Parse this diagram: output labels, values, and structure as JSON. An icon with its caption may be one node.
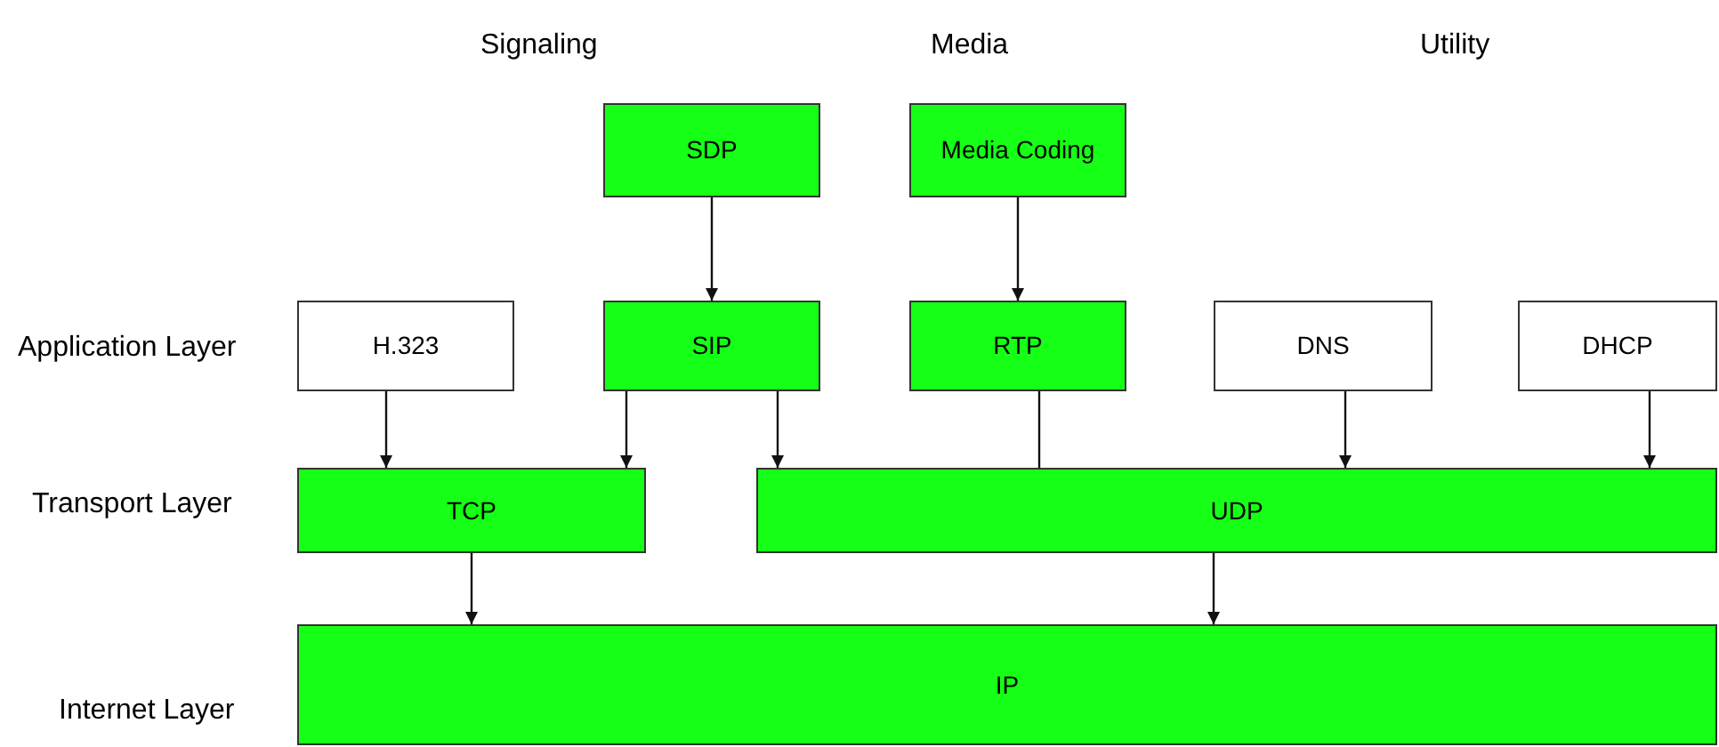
{
  "diagram": {
    "nodes": [
      {
        "text": [
          "SDP"
        ]
      },
      {
        "text": [
          "Media Coding"
        ]
      },
      {
        "text": [
          "H.323"
        ]
      },
      {
        "text": [
          "SIP"
        ]
      },
      {
        "text": [
          "RTP"
        ]
      },
      {
        "text": [
          "DNS"
        ]
      },
      {
        "text": [
          "DHCP"
        ]
      },
      {
        "text": [
          "TCP"
        ]
      },
      {
        "text": [
          "UDP"
        ]
      },
      {
        "text": [
          "IP"
        ]
      }
    ],
    "edges": [
      {
        "from": 0,
        "to": 3,
        "arrow": "to"
      },
      {
        "from": 1,
        "to": 4,
        "arrow": "to"
      },
      {
        "from": 2,
        "to": 7,
        "arrow": "to"
      },
      {
        "from": 3,
        "to": 7,
        "arrow": "to"
      },
      {
        "from": 3,
        "to": 8,
        "arrow": "to"
      },
      {
        "from": 4,
        "to": 8,
        "arrow": "none"
      },
      {
        "from": 5,
        "to": 8,
        "arrow": "to"
      },
      {
        "from": 6,
        "to": 8,
        "arrow": "to"
      },
      {
        "from": 7,
        "to": 9,
        "arrow": "to"
      },
      {
        "from": 8,
        "to": 9,
        "arrow": "to"
      }
    ],
    "labels": [
      "Signaling",
      "Media",
      "Utility",
      "Application Layer",
      "Transport Layer",
      "Internet Layer"
    ]
  }
}
